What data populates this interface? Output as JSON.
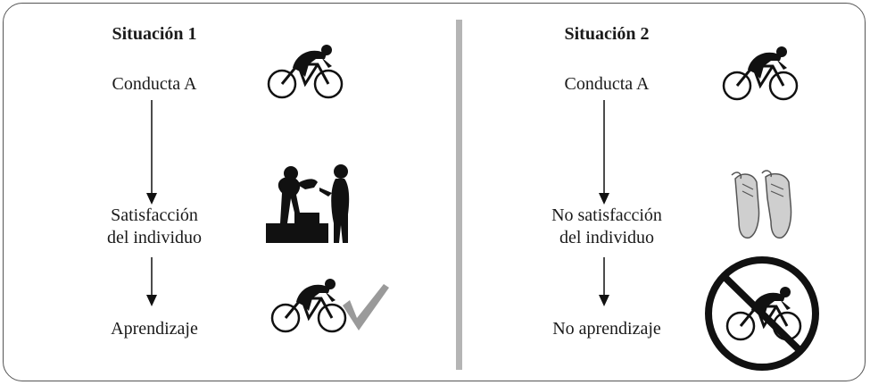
{
  "colors": {
    "frame": "#555555",
    "divider": "#b5b5b5",
    "figure": "#111111",
    "check": "#9a9a9a",
    "text": "#1a1a1a"
  },
  "situation1": {
    "title": "Situación 1",
    "steps": [
      "Conducta A",
      "Satisfacción\ndel individuo",
      "Aprendizaje"
    ],
    "icons": [
      "cyclist-icon",
      "podium-award-icon",
      "cyclist-icon",
      "checkmark-icon"
    ]
  },
  "situation2": {
    "title": "Situación 2",
    "steps": [
      "Conducta A",
      "No satisfacción\ndel individuo",
      "No aprendizaje"
    ],
    "icons": [
      "cyclist-icon",
      "worn-shoes-icon",
      "prohibited-cyclist-icon"
    ]
  }
}
